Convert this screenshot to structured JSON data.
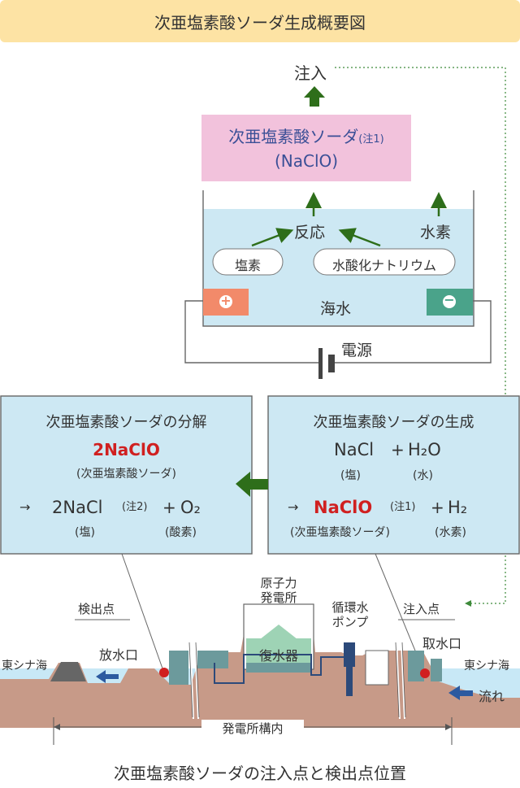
{
  "title": "次亜塩素酸ソーダ生成概要図",
  "top": {
    "inject_label": "注入",
    "product_name": "次亜塩素酸ソーダ",
    "product_note": "(注1)",
    "product_formula": "(NaClO)",
    "reaction_label": "反応",
    "hydrogen_label": "水素",
    "chlorine_label": "塩素",
    "naoh_label": "水酸化ナトリウム",
    "seawater_label": "海水",
    "power_label": "電源",
    "plus_symbol": "+",
    "minus_symbol": "−"
  },
  "left_box": {
    "title": "次亜塩素酸ソーダの分解",
    "formula": "2NaClO",
    "formula_sub": "(次亜塩素酸ソーダ)",
    "arrow": "→",
    "product1": "2NaCl",
    "product1_note": "(注2)",
    "plus": "+",
    "product2": "O₂",
    "product1_sub": "(塩)",
    "product2_sub": "(酸素)"
  },
  "right_box": {
    "title": "次亜塩素酸ソーダの生成",
    "reactant1": "NaCl",
    "plus": "+",
    "reactant2": "H₂O",
    "reactant1_sub": "(塩)",
    "reactant2_sub": "(水)",
    "arrow": "→",
    "product1": "NaClO",
    "product1_note": "(注1)",
    "plus2": "+",
    "product2": "H₂",
    "product1_sub": "(次亜塩素酸ソーダ)",
    "product2_sub": "(水素)"
  },
  "plant": {
    "detection_point": "検出点",
    "injection_point": "注入点",
    "nuclear_line1": "原子力",
    "nuclear_line2": "発電所",
    "condenser": "復水器",
    "pump_line1": "循環水",
    "pump_line2": "ポンプ",
    "outlet": "放水口",
    "intake": "取水口",
    "sea_left": "東シナ海",
    "sea_right": "東シナ海",
    "flow": "流れ",
    "premises": "発電所構内"
  },
  "caption": "次亜塩素酸ソーダの注入点と検出点位置",
  "colors": {
    "title_bg": "#fde3a4",
    "product_bg": "#f2c2dc",
    "tank_bg": "#cde8f3",
    "box_bg": "#cde8f3",
    "green_arrow": "#2e6e1a",
    "red_text": "#d02020",
    "blue_text": "#3a4f96",
    "plus_electrode": "#f28a6a",
    "minus_electrode": "#4aa38a",
    "ground": "#c79a88",
    "water": "#c8e8f6",
    "structure": "#6c9a9c"
  }
}
